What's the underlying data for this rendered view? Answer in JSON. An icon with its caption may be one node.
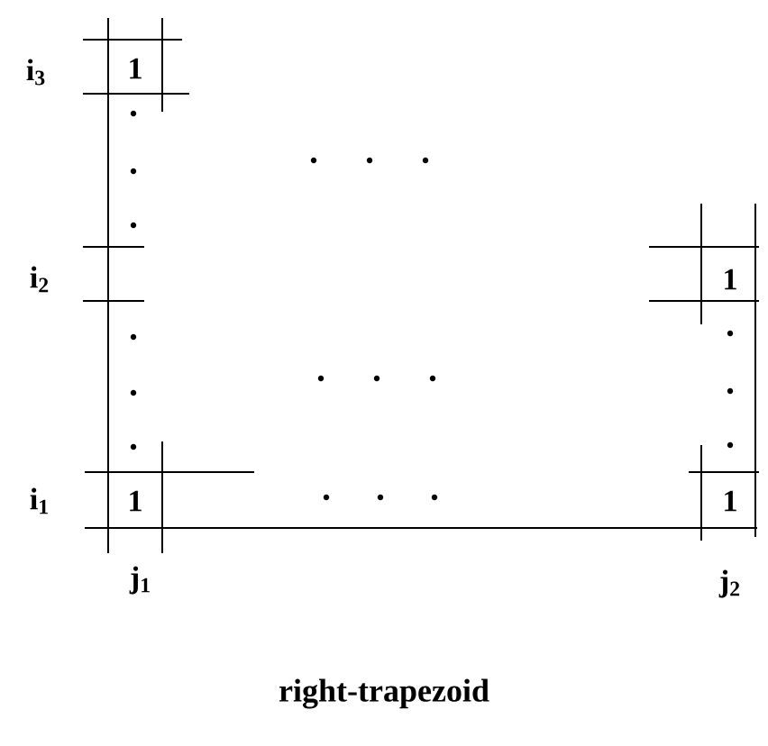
{
  "diagram": {
    "caption": "right-trapezoid",
    "labels": [
      "i$_{3}$",
      "1",
      "i$_{2}$",
      "1",
      "i$_{1}$",
      "1",
      "1",
      "j$_{1}$",
      "j$_{2}$"
    ]
  }
}
